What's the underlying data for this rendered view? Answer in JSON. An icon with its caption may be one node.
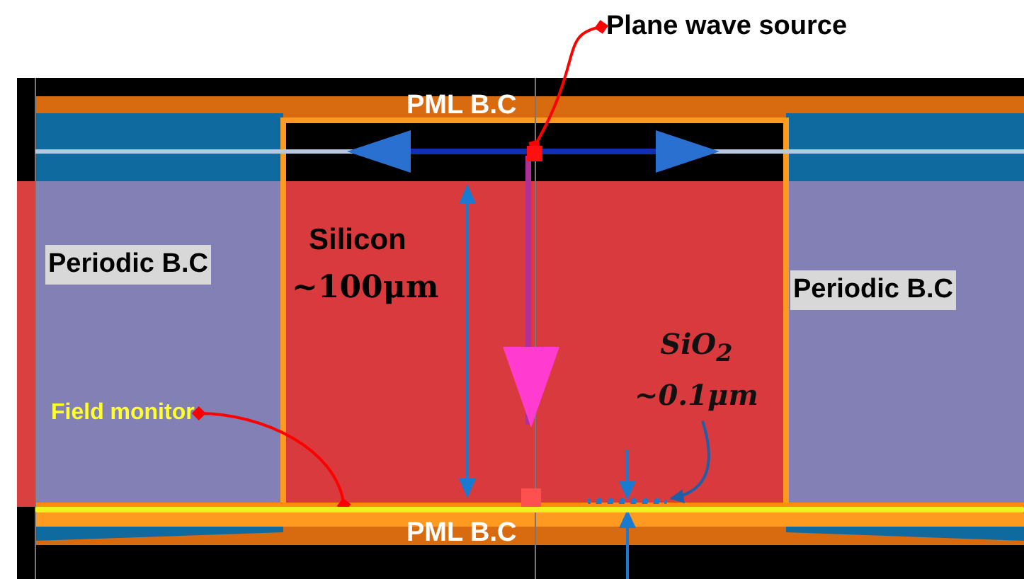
{
  "diagram": {
    "nodes": [
      {
        "text": [
          "Plane wave source"
        ]
      },
      {
        "text": [],
        "shape": "box"
      },
      {
        "text": [
          "Periodic B.C"
        ]
      },
      {
        "text": [
          "Periodic B.C"
        ]
      },
      {
        "text": [
          "SiO$_{2}$",
          "~0.1μm"
        ]
      },
      {
        "text": [
          "Field monitor"
        ]
      },
      {
        "text": [],
        "shape": "bar"
      },
      {
        "text": [],
        "shape": "bar"
      }
    ],
    "edges": [
      {
        "from": 0,
        "to": 1,
        "arrow": "other",
        "color": "#ff0000"
      },
      {
        "from": 5,
        "to": 7,
        "arrow": "other",
        "color": "#ff0000"
      },
      {
        "from": 4,
        "to": 6,
        "arrow": "to",
        "color": "#1f5fa8"
      }
    ],
    "labels": [
      "PML B.C",
      "Silicon",
      "~100μm",
      "PML B.C"
    ]
  }
}
